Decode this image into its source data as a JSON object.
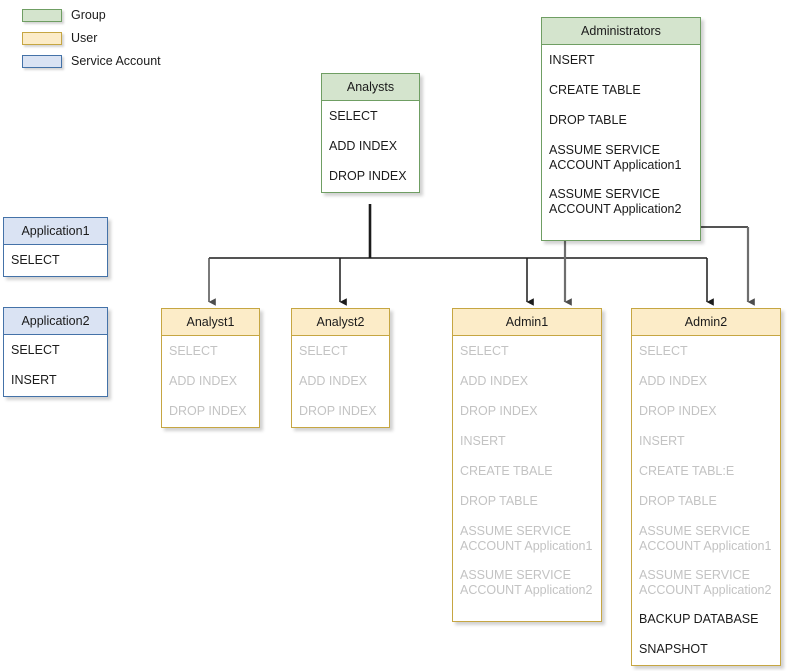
{
  "legend": {
    "items": [
      {
        "label": "Group",
        "swatch": "green-swatch",
        "type": "group"
      },
      {
        "label": "User",
        "swatch": "orange-swatch",
        "type": "user"
      },
      {
        "label": "Service Account",
        "swatch": "blue-swatch",
        "type": "service"
      }
    ]
  },
  "nodes": {
    "analysts": {
      "title": "Analysts",
      "type": "group",
      "permissions": [
        {
          "text": "SELECT",
          "inherited": false
        },
        {
          "text": "ADD INDEX",
          "inherited": false
        },
        {
          "text": "DROP INDEX",
          "inherited": false
        }
      ]
    },
    "administrators": {
      "title": "Administrators",
      "type": "group",
      "permissions": [
        {
          "text": "INSERT",
          "inherited": false
        },
        {
          "text": "CREATE TABLE",
          "inherited": false
        },
        {
          "text": "DROP TABLE",
          "inherited": false
        },
        {
          "text": "ASSUME SERVICE\nACCOUNT Application1",
          "inherited": false
        },
        {
          "text": "ASSUME SERVICE\nACCOUNT Application2",
          "inherited": false
        }
      ]
    },
    "application1": {
      "title": "Application1",
      "type": "service",
      "permissions": [
        {
          "text": "SELECT",
          "inherited": false
        }
      ]
    },
    "application2": {
      "title": "Application2",
      "type": "service",
      "permissions": [
        {
          "text": "SELECT",
          "inherited": false
        },
        {
          "text": "INSERT",
          "inherited": false
        }
      ]
    },
    "analyst1": {
      "title": "Analyst1",
      "type": "user",
      "permissions": [
        {
          "text": "SELECT",
          "inherited": true
        },
        {
          "text": "ADD INDEX",
          "inherited": true
        },
        {
          "text": "DROP INDEX",
          "inherited": true
        }
      ]
    },
    "analyst2": {
      "title": "Analyst2",
      "type": "user",
      "permissions": [
        {
          "text": "SELECT",
          "inherited": true
        },
        {
          "text": "ADD INDEX",
          "inherited": true
        },
        {
          "text": "DROP INDEX",
          "inherited": true
        }
      ]
    },
    "admin1": {
      "title": "Admin1",
      "type": "user",
      "permissions": [
        {
          "text": "SELECT",
          "inherited": true
        },
        {
          "text": "ADD INDEX",
          "inherited": true
        },
        {
          "text": "DROP INDEX",
          "inherited": true
        },
        {
          "text": "INSERT",
          "inherited": true
        },
        {
          "text": "CREATE TBALE",
          "inherited": true
        },
        {
          "text": "DROP TABLE",
          "inherited": true
        },
        {
          "text": "ASSUME SERVICE\nACCOUNT Application1",
          "inherited": true
        },
        {
          "text": "ASSUME SERVICE\nACCOUNT Application2",
          "inherited": true
        }
      ]
    },
    "admin2": {
      "title": "Admin2",
      "type": "user",
      "permissions": [
        {
          "text": "SELECT",
          "inherited": true
        },
        {
          "text": "ADD INDEX",
          "inherited": true
        },
        {
          "text": "DROP INDEX",
          "inherited": true
        },
        {
          "text": "INSERT",
          "inherited": true
        },
        {
          "text": "CREATE TABL:E",
          "inherited": true
        },
        {
          "text": "DROP TABLE",
          "inherited": true
        },
        {
          "text": "ASSUME SERVICE\nACCOUNT Application1",
          "inherited": true
        },
        {
          "text": "ASSUME SERVICE\nACCOUNT Application2",
          "inherited": true
        },
        {
          "text": "BACKUP DATABASE",
          "inherited": false
        },
        {
          "text": "SNAPSHOT",
          "inherited": false
        }
      ]
    }
  },
  "edges": [
    {
      "from": "analysts",
      "to": "analyst1"
    },
    {
      "from": "analysts",
      "to": "analyst2"
    },
    {
      "from": "analysts",
      "to": "admin1"
    },
    {
      "from": "analysts",
      "to": "admin2"
    },
    {
      "from": "administrators",
      "to": "admin1"
    },
    {
      "from": "administrators",
      "to": "admin2"
    }
  ],
  "colors": {
    "group_fill": "#d4e4cd",
    "group_border": "#6f9e63",
    "user_fill": "#fcecc8",
    "user_border": "#c6a642",
    "service_fill": "#dae3f3",
    "service_border": "#4472a8",
    "edge_primary": "#1b1b1b",
    "edge_secondary": "#6e6e6e",
    "inherited_text": "#c3c3c3",
    "text": "#1b1b1b"
  }
}
